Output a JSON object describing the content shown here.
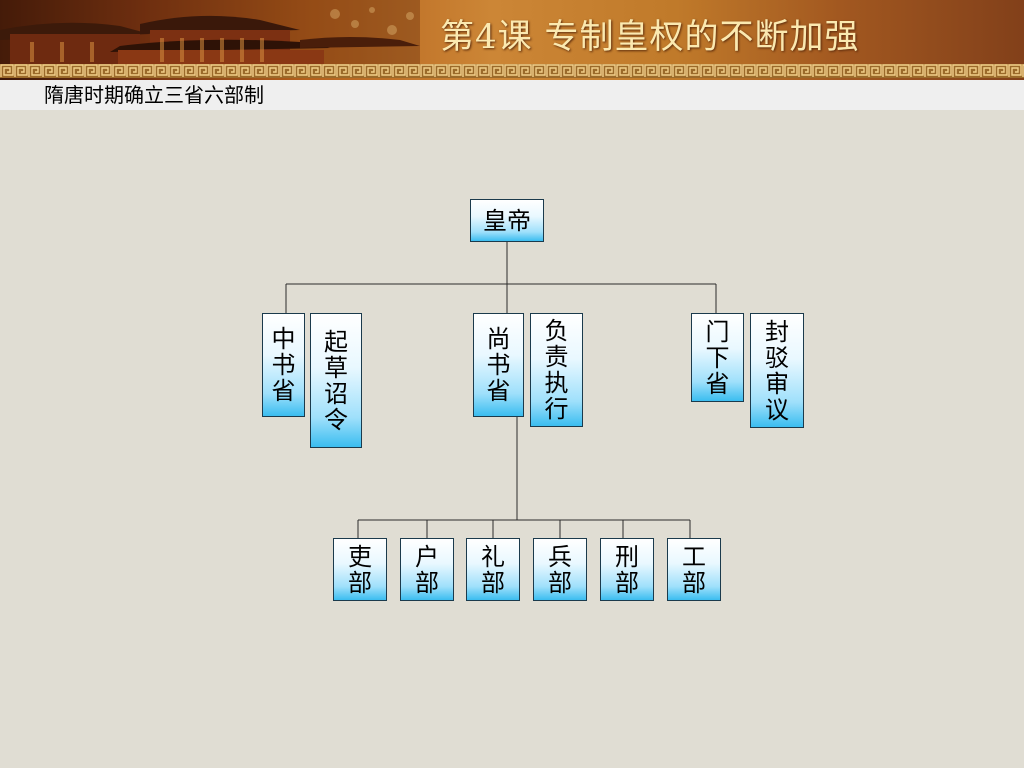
{
  "header": {
    "lesson_title": "第4课    专制皇权的不断加强"
  },
  "subtitle": "隋唐时期确立三省六部制",
  "diagram": {
    "emperor": "皇帝",
    "provinces": {
      "zhongshu": "中书省",
      "zhongshu_role": "起草诏令",
      "shangshu": "尚书省",
      "shangshu_role": "负责执行",
      "menxia": "门下省",
      "menxia_role": "封驳审议"
    },
    "ministries": [
      "吏部",
      "户部",
      "礼部",
      "兵部",
      "刑部",
      "工部"
    ]
  }
}
